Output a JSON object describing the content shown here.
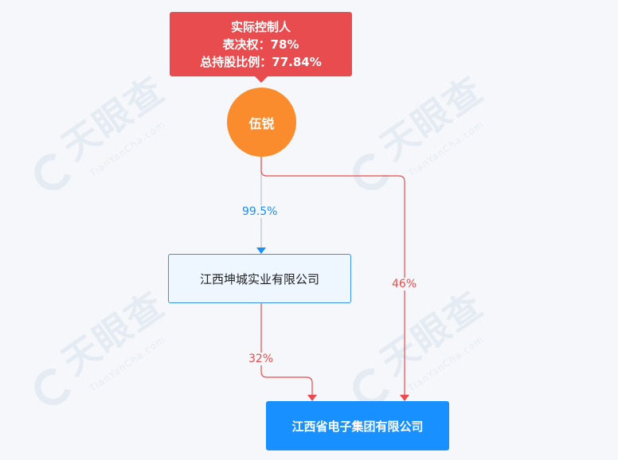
{
  "controller": {
    "title": "实际控制人",
    "voting": "表决权：78%",
    "holding": "总持股比例：77.84%"
  },
  "person": {
    "name": "伍锐"
  },
  "company_mid": {
    "name": "江西坤城实业有限公司"
  },
  "company_target": {
    "name": "江西省电子集团有限公司"
  },
  "edges": {
    "person_to_mid": "99.5%",
    "mid_to_target": "32%",
    "person_to_target": "46%"
  },
  "watermark": {
    "brand": "天眼查",
    "sub": "TianYanCha.com"
  },
  "colors": {
    "controller_bg": "#e94c4e",
    "person_bg": "#fb8c2e",
    "target_bg": "#1890ff",
    "edge_blue": "#1890ff",
    "edge_red": "#e94c4e"
  }
}
